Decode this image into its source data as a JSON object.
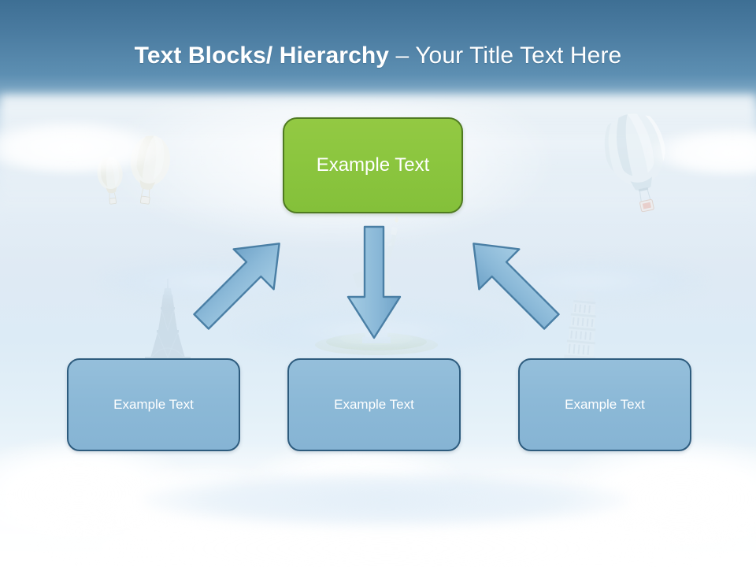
{
  "slide": {
    "title_bold": "Text Blocks/ Hierarchy ",
    "title_dash": "– ",
    "title_normal": "Your Title Text Here",
    "title_full": "Text Blocks/ Hierarchy – Your Title Text Here"
  },
  "diagram": {
    "top_node": {
      "label": "Example  Text",
      "fill": "#8cc63f",
      "border": "#4f7a21",
      "text_color": "#ffffff"
    },
    "children": [
      {
        "label": "Example Text",
        "fill": "#8cb9d7",
        "border": "#2e5c7e",
        "text_color": "#ffffff"
      },
      {
        "label": "Example Text",
        "fill": "#8cb9d7",
        "border": "#2e5c7e",
        "text_color": "#ffffff"
      },
      {
        "label": "Example Text",
        "fill": "#8cb9d7",
        "border": "#2e5c7e",
        "text_color": "#ffffff"
      }
    ],
    "connectors": [
      {
        "name": "arrow-down-left",
        "direction": "down-left"
      },
      {
        "name": "arrow-down",
        "direction": "down"
      },
      {
        "name": "arrow-down-right",
        "direction": "down-right"
      }
    ],
    "arrow_fill": "#8cb9d7",
    "arrow_border": "#4a7fa5"
  },
  "background": {
    "theme": "sky-clouds-landmarks",
    "header_gradient_top": "#3e6f94",
    "header_gradient_bottom": "#b9d2e4",
    "sky_color": "#dfeaf4",
    "landmarks": [
      "eiffel-tower",
      "statue-of-liberty",
      "leaning-tower-of-pisa"
    ],
    "balloons": [
      "hot-air-balloon-right",
      "hot-air-balloon-left-large",
      "hot-air-balloon-left-small"
    ]
  }
}
